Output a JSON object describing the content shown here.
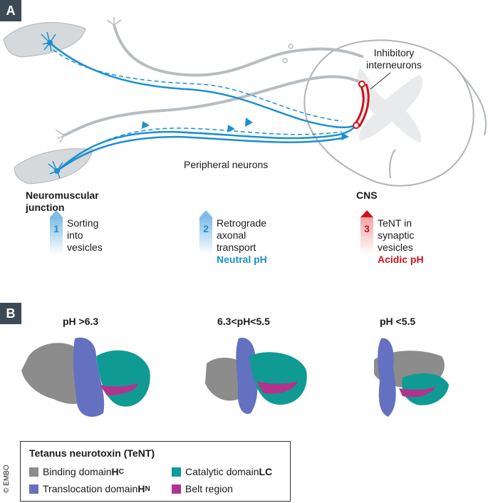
{
  "panel_a": {
    "tag": "A",
    "labels": {
      "inhibitory": "Inhibitory interneurons",
      "peripheral": "Peripheral neurons",
      "nmj": "Neuromuscular junction",
      "cns": "CNS"
    },
    "steps": [
      {
        "num": "1",
        "lines": [
          "Sorting",
          "into",
          "vesicles"
        ],
        "note": ""
      },
      {
        "num": "2",
        "lines": [
          "Retrograde",
          "axonal",
          "transport"
        ],
        "note": "Neutral pH"
      },
      {
        "num": "3",
        "lines": [
          "TeNT in",
          "synaptic",
          "vesicles"
        ],
        "note": "Acidic pH"
      }
    ]
  },
  "panel_b": {
    "tag": "B",
    "ph_titles": [
      "pH >6.3",
      "6.3<pH<5.5",
      "pH <5.5"
    ]
  },
  "legend": {
    "title": "Tetanus neurotoxin (TeNT)",
    "items": [
      {
        "label": "Binding domain ",
        "bold": "H",
        "sub": "C",
        "color": "#8c8c8c"
      },
      {
        "label": "Catalytic domain ",
        "bold": "LC",
        "sub": "",
        "color": "#0f9b93"
      },
      {
        "label": "Translocation domain ",
        "bold": "H",
        "sub": "N",
        "color": "#6470c0"
      },
      {
        "label": "Belt region",
        "bold": "",
        "sub": "",
        "color": "#b1348c"
      }
    ]
  },
  "copyright": "© EMBO",
  "colors": {
    "blue": "#1d8fd0",
    "red": "#d0121b",
    "grey": "#b7bcc0",
    "dark": "#3b4a55"
  }
}
